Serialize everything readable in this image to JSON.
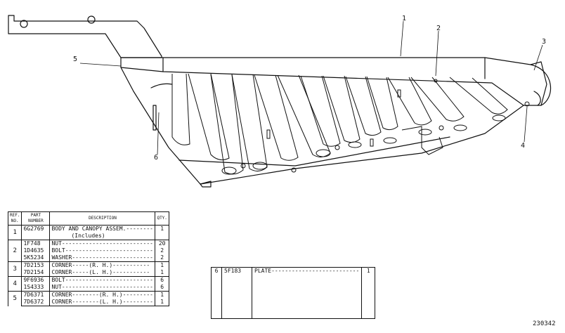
{
  "callouts": [
    "1",
    "2",
    "3",
    "4",
    "5",
    "6"
  ],
  "table": {
    "headers": {
      "ref": "REF. NO.",
      "part": "PART NUMBER",
      "description": "DESCRIPTION",
      "qty": "QTY."
    },
    "groups": [
      {
        "ref": "1",
        "rows": [
          {
            "part": "6G2769",
            "description": "BODY AND CANOPY ASSEM.--------",
            "qty": "1"
          },
          {
            "part": "",
            "description": "(Includes)",
            "qty": ""
          }
        ]
      },
      {
        "ref": "2",
        "rows": [
          {
            "part": "1F748",
            "description": "NUT---------------------------",
            "qty": "20"
          },
          {
            "part": "1D4635",
            "description": "BOLT--------------------------",
            "qty": "2"
          },
          {
            "part": "5K5234",
            "description": "WASHER------------------------",
            "qty": "2"
          }
        ]
      },
      {
        "ref": "3",
        "rows": [
          {
            "part": "7D2153",
            "description": "CORNER-----(R. H.)-----------",
            "qty": "1"
          },
          {
            "part": "7D2154",
            "description": "CORNER-----(L. H.)-----------",
            "qty": "1"
          }
        ]
      },
      {
        "ref": "4",
        "rows": [
          {
            "part": "9F6936",
            "description": "BOLT--------------------------",
            "qty": "6"
          },
          {
            "part": "1S4333",
            "description": "NUT---------------------------",
            "qty": "6"
          }
        ]
      },
      {
        "ref": "5",
        "rows": [
          {
            "part": "7D6371",
            "description": "CORNER--------(R. H.)---------",
            "qty": "1"
          },
          {
            "part": "7D6372",
            "description": "CORNER--------(L. H.)---------",
            "qty": "1"
          }
        ]
      }
    ]
  },
  "plate_row": {
    "ref": "6",
    "part": "5F183",
    "description": "PLATE--------------------------",
    "qty": "1"
  },
  "drawing_number": "230342"
}
